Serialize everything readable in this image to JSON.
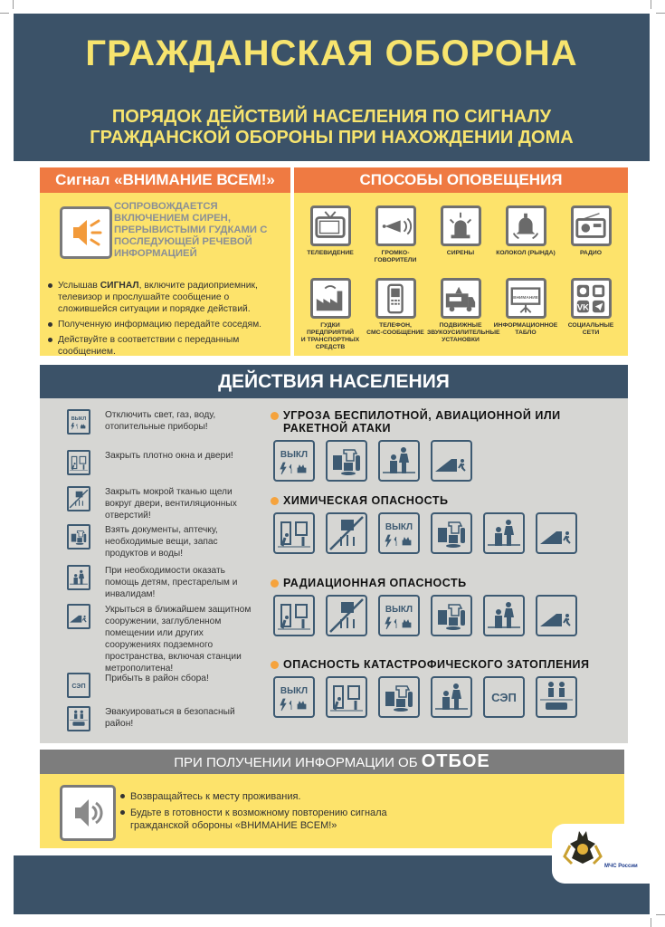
{
  "header": {
    "title": "ГРАЖДАНСКАЯ ОБОРОНА",
    "subtitle_line1": "ПОРЯДОК ДЕЙСТВИЙ НАСЕЛЕНИЯ ПО СИГНАЛУ",
    "subtitle_line2": "ГРАЖДАНСКОЙ ОБОРОНЫ ПРИ НАХОЖДЕНИИ ДОМА"
  },
  "signal": {
    "title": "Сигнал  «ВНИМАНИЕ ВСЕМ!»",
    "icon": "speaker-loud-icon",
    "description": "СОПРОВОЖДАЕТСЯ ВКЛЮЧЕНИЕМ СИРЕН, ПРЕРЫВИСТЫМИ ГУДКАМИ С ПОСЛЕДУЮЩЕЙ РЕЧЕВОЙ ИНФОРМАЦИЕЙ",
    "bullet1_pre": "Услышав ",
    "bullet1_bold": "СИГНАЛ",
    "bullet1_post": ", включите радиоприемник, телевизор и прослушайте сообщение о сложившейся ситуации и порядке действий.",
    "bullet2": "Полученную информацию передайте соседям.",
    "bullet3": "Действуйте в соответствии с переданным сообщением."
  },
  "methods": {
    "title": "СПОСОБЫ ОПОВЕЩЕНИЯ",
    "items": [
      {
        "icon": "tv",
        "label": "ТЕЛЕВИДЕНИЕ"
      },
      {
        "icon": "megaphone",
        "label": "ГРОМКО-\nГОВОРИТЕЛИ"
      },
      {
        "icon": "siren",
        "label": "СИРЕНЫ"
      },
      {
        "icon": "bell",
        "label": "КОЛОКОЛ (РЫНДА)"
      },
      {
        "icon": "radio",
        "label": "РАДИО"
      },
      {
        "icon": "factory",
        "label": "ГУДКИ ПРЕДПРИЯТИЙ\nИ ТРАНСПОРТНЫХ\nСРЕДСТВ"
      },
      {
        "icon": "phone",
        "label": "ТЕЛЕФОН,\nСМС-СООБЩЕНИЕ"
      },
      {
        "icon": "van",
        "label": "ПОДВИЖНЫЕ\nЗВУКОУСИЛИТЕЛЬНЫЕ\nУСТАНОВКИ"
      },
      {
        "icon": "board",
        "label": "ИНФОРМАЦИОННОЕ\nТАБЛО"
      },
      {
        "icon": "social",
        "label": "СОЦИАЛЬНЫЕ\nСЕТИ"
      }
    ]
  },
  "icon_labels": {
    "off": "ВЫКЛ",
    "sep": "СЭП",
    "board": "ВНИМАНИЕ"
  },
  "actions": {
    "title": "ДЕЙСТВИЯ НАСЕЛЕНИЯ",
    "items": [
      {
        "icon": "off",
        "text": "Отключить свет, газ, воду, отопительные приборы!"
      },
      {
        "icon": "doors",
        "text": "Закрыть плотно окна и двери!"
      },
      {
        "icon": "vent",
        "text": "Закрыть мокрой тканью щели вокруг двери, вентиляционных отверстий!"
      },
      {
        "icon": "docs",
        "text": "Взять документы, аптечку, необходимые вещи, запас продуктов и воды!"
      },
      {
        "icon": "help",
        "text": "При необходимости оказать помощь детям, престарелым и инвалидам!"
      },
      {
        "icon": "shelter",
        "text": "Укрыться в ближайшем защитном сооружении, заглубленном помещении или других сооружениях подземного пространства, включая станции метрополитена!"
      },
      {
        "icon": "sep",
        "text": "Прибыть в район сбора!"
      },
      {
        "icon": "evac",
        "text": "Эвакуироваться в безопасный район!"
      }
    ],
    "threats": [
      {
        "title": "УГРОЗА БЕСПИЛОТНОЙ, АВИАЦИОННОЙ ИЛИ РАКЕТНОЙ АТАКИ",
        "icons": [
          "off",
          "docs",
          "help",
          "shelter"
        ]
      },
      {
        "title": "ХИМИЧЕСКАЯ ОПАСНОСТЬ",
        "icons": [
          "doors",
          "vent",
          "off",
          "docs",
          "help",
          "shelter"
        ]
      },
      {
        "title": "РАДИАЦИОННАЯ ОПАСНОСТЬ",
        "icons": [
          "doors",
          "vent",
          "off",
          "docs",
          "help",
          "shelter"
        ]
      },
      {
        "title": "ОПАСНОСТЬ КАТАСТРОФИЧЕСКОГО ЗАТОПЛЕНИЯ",
        "icons": [
          "off",
          "doors",
          "docs",
          "help",
          "sep",
          "evac"
        ]
      }
    ]
  },
  "otboy": {
    "title_pre": "ПРИ ПОЛУЧЕНИИ ИНФОРМАЦИИ ОБ ",
    "title_bold": "ОТБОЕ",
    "icon": "speaker-icon",
    "bullet1": "Возвращайтесь к месту проживания.",
    "bullet2": "Будьте в готовности к возможному повторению сигнала гражданской обороны «ВНИМАНИЕ ВСЕМ!»"
  },
  "logo": {
    "text": "МЧС России"
  },
  "colors": {
    "navy": "#3b5268",
    "yellow": "#fde36b",
    "orange": "#ef7a42",
    "gray": "#d6d6d3",
    "icon": "#3d5a72"
  }
}
